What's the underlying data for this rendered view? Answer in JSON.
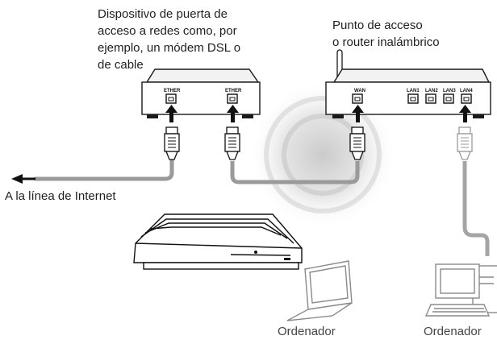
{
  "labels": {
    "modem": [
      "Dispositivo de puerta de",
      "acceso a redes como, por",
      "ejemplo, un módem DSL o",
      "de cable"
    ],
    "access_point": [
      "Punto de acceso",
      "o router inalámbrico"
    ],
    "internet_line": "A la línea de Internet",
    "computer_laptop": "Ordenador",
    "computer_desktop": "Ordenador"
  },
  "ports": {
    "modem": [
      "ETHER",
      "ETHER"
    ],
    "router_wan": "WAN",
    "router_lan": [
      "LAN1",
      "LAN2",
      "LAN3",
      "LAN4"
    ]
  },
  "colors": {
    "device_outline": "#1a1a1a",
    "wired_cable": "#9a9a9a",
    "desktop_cable": "#a5a5a5",
    "wireless_halo": "#c8c8c8",
    "computer_outline": "#8a8a8a"
  }
}
